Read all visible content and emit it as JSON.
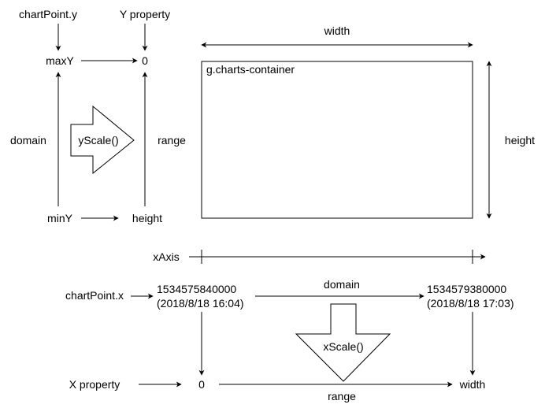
{
  "y_section": {
    "source_label": "chartPoint.y",
    "property_label": "Y property",
    "domain_max": "maxY",
    "domain_min": "minY",
    "range_top": "0",
    "range_bottom": "height",
    "domain_label": "domain",
    "range_label": "range",
    "scale_label": "yScale()"
  },
  "container": {
    "label": "g.charts-container",
    "width_label": "width",
    "height_label": "height"
  },
  "x_section": {
    "axis_label": "xAxis",
    "source_label": "chartPoint.x",
    "property_label": "X property",
    "domain_start_value": "1534575840000",
    "domain_start_date": "(2018/8/18 16:04)",
    "domain_end_value": "1534579380000",
    "domain_end_date": "(2018/8/18 17:03)",
    "domain_label": "domain",
    "range_start": "0",
    "range_end": "width",
    "range_label": "range",
    "scale_label": "xScale()"
  },
  "colors": {
    "stroke": "#000000",
    "background": "#ffffff"
  }
}
